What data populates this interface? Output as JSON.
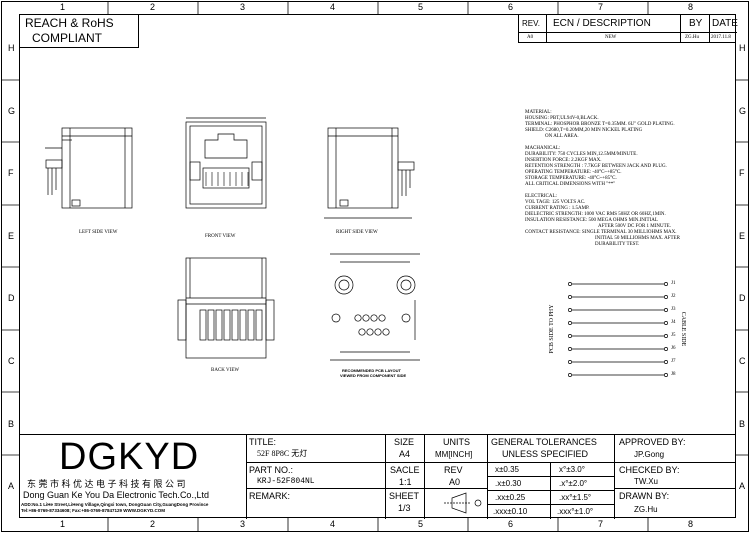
{
  "grid": {
    "columns": [
      "1",
      "2",
      "3",
      "4",
      "5",
      "6",
      "7",
      "8"
    ],
    "rows": [
      "H",
      "G",
      "F",
      "E",
      "D",
      "C",
      "B",
      "A"
    ]
  },
  "compliance": {
    "line1": "REACH & RoHS",
    "line2": "COMPLIANT"
  },
  "revision": {
    "headers": [
      "REV.",
      "ECN / DESCRIPTION",
      "BY",
      "DATE"
    ],
    "row": [
      "A0",
      "NEW",
      "ZG.Hu",
      "2017.11.8"
    ]
  },
  "views": {
    "left_side": "LEFT SIDE VIEW",
    "front": "FRONT VIEW",
    "right_side": "RIGHT SIDE VIEW",
    "back": "BACK VIEW",
    "pcb_layout_line1": "RECOMMENDED PCB LAYOUT",
    "pcb_layout_line2": "VIEWED FROM COMPONENT SIDE"
  },
  "pins": {
    "labels": [
      "J1",
      "J2",
      "J3",
      "J4",
      "J5",
      "J6",
      "J7",
      "J8"
    ],
    "left_side_label": "PCB SIDE TO PHY",
    "right_side_label": "CABLE SIDE"
  },
  "spec": {
    "material": [
      "MATERIAL:",
      "HOUSING: PBT,UL94V-0,BLACK.",
      "TERMINAL: PHOSPHOR BRONZE T=0.35MM. 6U\" GOLD PLATING.",
      "SHIELD: C2680,T=0.20MM,20 MIN NICKEL PLATING",
      "ON ALL AREA."
    ],
    "mechanical": [
      "MACHANICAL:",
      "DURABILITY: 750 CYCLES MIN,12.5MM/MINUTE.",
      "INSERTION FORCE: 2.2KGF MAX.",
      "RETENTION STRENGTH : 7.7KGF BETWEEN JACK AND PLUG.",
      "OPERATING TEMPERATURE: -40°C~+85°C.",
      "STORAGE TEMPERATURE: -40°C~+85°C.",
      "ALL CRITICAL DIMENSIONS WITH \"**\""
    ],
    "electrical": [
      "ELECTRICAL:",
      "VOL TAGE: 125 VOLTS AC.",
      "CURRENT RATING : 1.5AMP.",
      "DIELECTRIC STRENGTH: 1000 VAC RMS 50HZ OR 60HZ,1MIN.",
      "INSULATION RESISTANCE: 500 MEGA OHMS MIN.INITIAL",
      "AFTER 500V DC FOR 1 MINUTE.",
      "CONTACT RESISTANCE: SINGLE TERMINAL 30 MILLIOHMS MAX.",
      "INITIAL 50 MILLIOHMS MAX. AFTER",
      "DURABILITY TEST."
    ]
  },
  "company": {
    "logo": "DGKYD",
    "name_cn": "东 莞 市 科 优 达 电 子 科 技 有 限 公 司",
    "name_en": "Dong Guan Ke You Da Electronic Tech.Co.,Ltd",
    "address": "ADD:No.1 LiHe Street,LiHeng Village,Qingxi town, DongGuan City,GuangDong Province",
    "contact": "Tel:+86-0769-87334608; Fax:+86-0769-87847129 WWW.DGKYD.COM"
  },
  "title_block": {
    "title_label": "TITLE:",
    "title_value": "52F 8P8C 无灯",
    "part_label": "PART NO.:",
    "part_value": "KRJ-52F804NL",
    "remark_label": "REMARK:",
    "size_label": "SIZE",
    "size_value": "A4",
    "units_label": "UNITS",
    "units_value": "MM[INCH]",
    "scale_label": "SACLE",
    "scale_value": "1:1",
    "rev_label": "REV",
    "rev_value": "A0",
    "sheet_label": "SHEET",
    "sheet_value": "1/3",
    "tol_header1": "GENERAL TOLERANCES",
    "tol_header2": "UNLESS SPECIFIED",
    "tolerances": [
      [
        "x±0.35",
        "x°±3.0°"
      ],
      [
        ".x±0.30",
        ".x°±2.0°"
      ],
      [
        ".xx±0.25",
        ".xx°±1.5°"
      ],
      [
        ".xxx±0.10",
        ".xxx°±1.0°"
      ]
    ],
    "approved_label": "APPROVED BY:",
    "approved_value": "JP.Gong",
    "checked_label": "CHECKED BY:",
    "checked_value": "TW.Xu",
    "drawn_label": "DRAWN BY:",
    "drawn_value": "ZG.Hu"
  }
}
